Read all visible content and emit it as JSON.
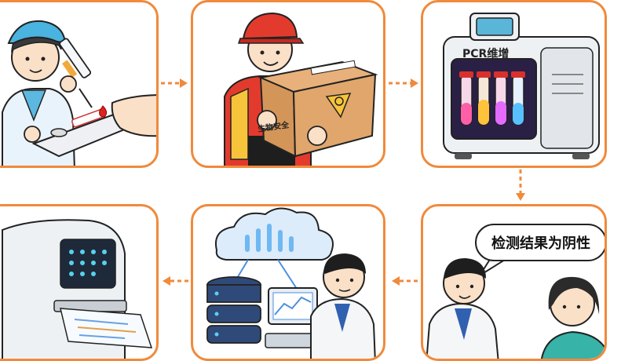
{
  "panels": {
    "sample_collection": {},
    "transport": {
      "box_label": "生物安全"
    },
    "pcr": {
      "machine_label": "PCR维增"
    },
    "result": {
      "speech_text": "检测结果为阴性"
    },
    "cloud_upload": {},
    "report_print": {}
  },
  "colors": {
    "frame": "#f08a3c",
    "arrow": "#f08a3c"
  },
  "icons": [
    "syringe-icon",
    "biohazard-icon",
    "cloud-icon",
    "server-icon",
    "monitor-icon",
    "printer-icon"
  ]
}
